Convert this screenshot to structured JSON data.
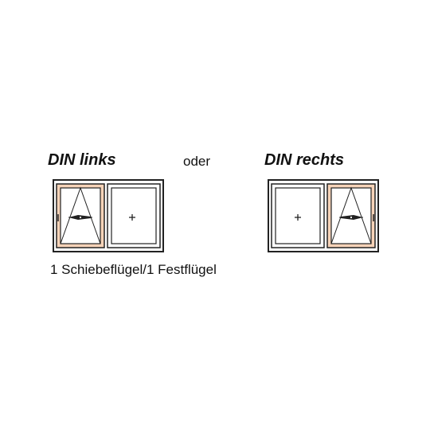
{
  "labels": {
    "left_title": "DIN links",
    "separator": "oder",
    "right_title": "DIN rechts",
    "caption": "1 Schiebeflügel/1 Festflügel"
  },
  "colors": {
    "frame_stroke": "#222222",
    "sliding_sash_fill": "#f6d3b8",
    "background": "#ffffff"
  },
  "icons": {
    "handle": "window-handle-icon",
    "fixed_marker": "plus-icon",
    "opening_symbol": "tilt-triangle-icon"
  }
}
